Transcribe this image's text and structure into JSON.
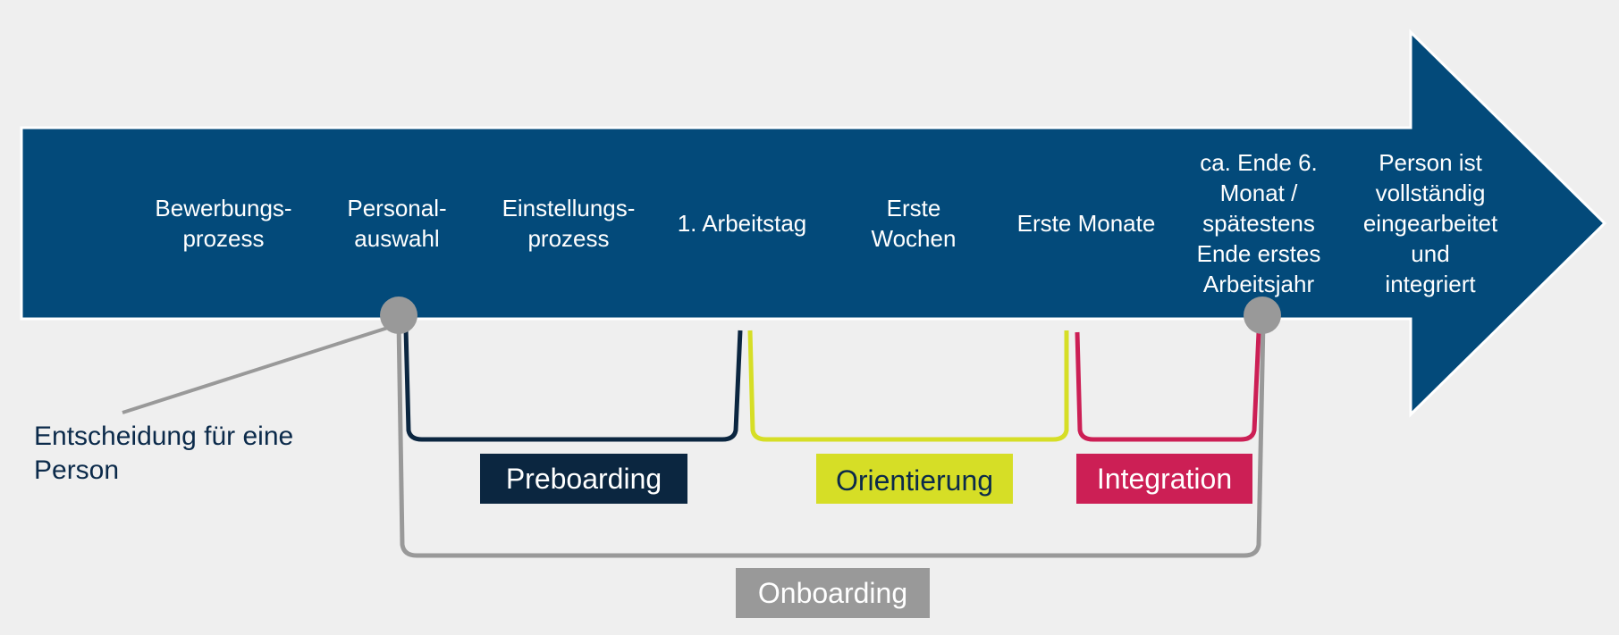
{
  "stages": [
    "Bewerbungs-\nprozess",
    "Personal-\nauswahl",
    "Einstellungs-\nprozess",
    "1. Arbeitstag",
    "Erste\nWochen",
    "Erste Monate",
    "ca. Ende 6.\nMonat /\nspätestens\nEnde erstes\nArbeitsjahr",
    "Person ist\nvollständig\neingearbeitet\nund\nintegriert"
  ],
  "decision_label": "Entscheidung für eine\nPerson",
  "phases": {
    "preboarding": "Preboarding",
    "orientierung": "Orientierung",
    "integration": "Integration",
    "onboarding": "Onboarding"
  },
  "colors": {
    "arrow": "#034a7a",
    "preboarding": "#0b2640",
    "orientierung": "#d6de26",
    "integration": "#cc1f55",
    "onboarding": "#999999",
    "milestone": "#999999"
  }
}
